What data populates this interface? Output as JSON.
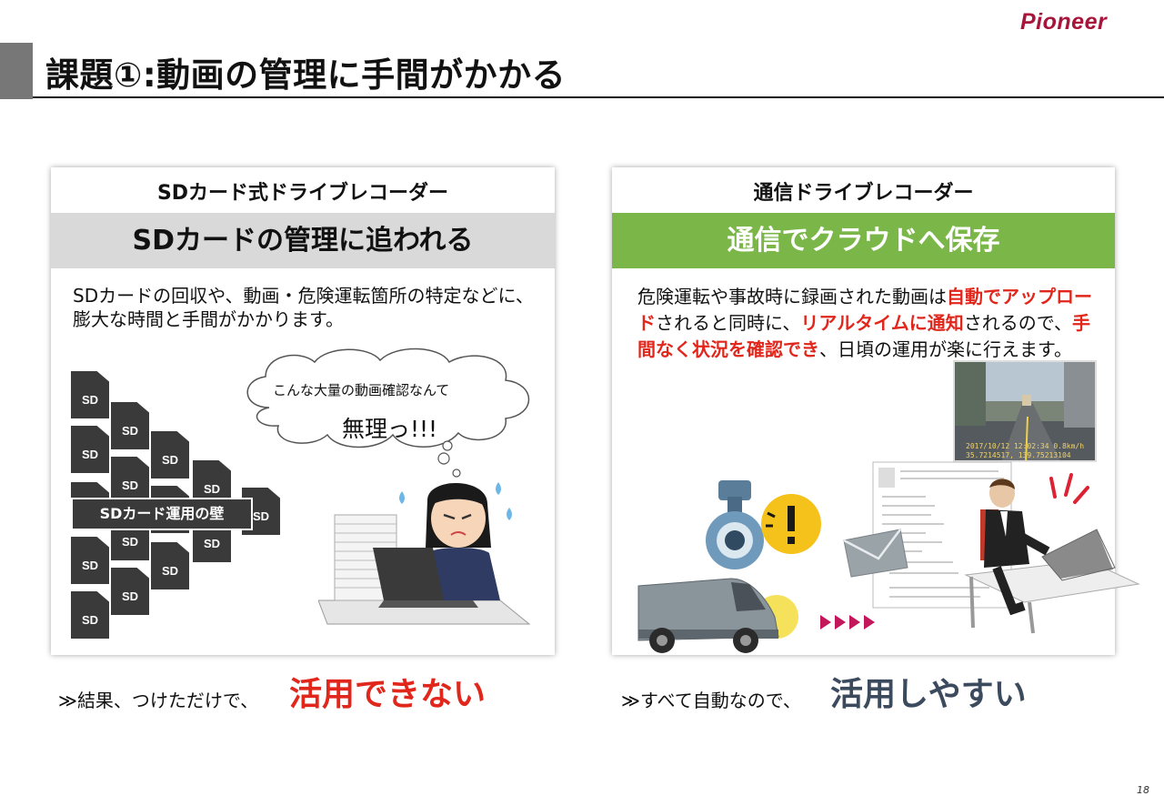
{
  "header": {
    "title": "課題①:動画の管理に手間がかかる",
    "brand": "Pioneer"
  },
  "left_panel": {
    "heading": "SDカード式ドライブレコーダー",
    "band": "SDカードの管理に追われる",
    "text": "SDカードの回収や、動画・危険運転箇所の特定などに、膨大な時間と手間がかかります。",
    "sd_label": "SD",
    "wall_label": "SDカード運用の壁",
    "bubble_small": "こんな大量の動画確認なんて",
    "bubble_big": "無理っ!!!"
  },
  "right_panel": {
    "heading": "通信ドライブレコーダー",
    "band": "通信でクラウドへ保存",
    "text_parts": [
      "危険運転や事故時に録画された動画は",
      "自動でアップロード",
      "されると同時に、",
      "リアルタイムに通知",
      "されるので、",
      "手間なく状況を確認でき",
      "、日頃の運用が楽に行えます。"
    ],
    "photo_readout": [
      "2017/10/12 12:02:34 0.8km/h",
      "35.7214517, 139.75213104"
    ]
  },
  "results": {
    "left_prefix": "≫結果、つけただけで、",
    "left_strong": "活用できない",
    "right_prefix": "≫すべて自動なので、",
    "right_strong": "活用しやすい"
  },
  "page_number": "18"
}
